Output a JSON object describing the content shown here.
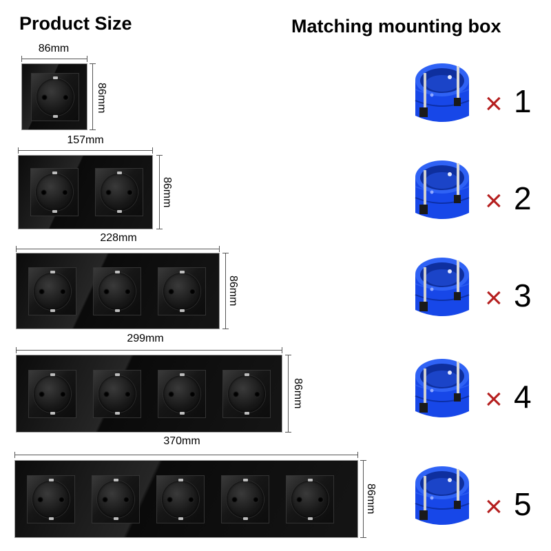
{
  "headings": {
    "product_size": "Product Size",
    "matching_box": "Matching mounting box"
  },
  "panels": [
    {
      "width_label": "86mm",
      "height_label": "86mm",
      "gangs": 1
    },
    {
      "width_label": "157mm",
      "height_label": "86mm",
      "gangs": 2
    },
    {
      "width_label": "228mm",
      "height_label": "86mm",
      "gangs": 3
    },
    {
      "width_label": "299mm",
      "height_label": "86mm",
      "gangs": 4
    },
    {
      "width_label": "370mm",
      "height_label": "86mm",
      "gangs": 5
    }
  ],
  "boxes": [
    {
      "times": "×",
      "count": "1"
    },
    {
      "times": "×",
      "count": "2"
    },
    {
      "times": "×",
      "count": "3"
    },
    {
      "times": "×",
      "count": "4"
    },
    {
      "times": "×",
      "count": "5"
    }
  ],
  "colors": {
    "box_blue": "#1747e8",
    "times_red": "#b51f1f",
    "panel_black": "#0b0b0b"
  },
  "icons": {
    "mounting_box": "mounting-box-icon",
    "socket": "schuko-socket-icon"
  }
}
